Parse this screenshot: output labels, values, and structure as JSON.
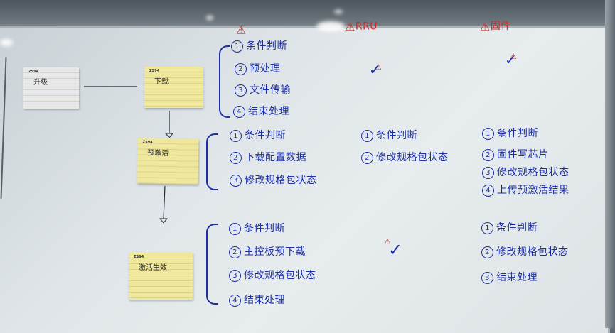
{
  "headers": [
    {
      "label": "RRU",
      "id": "rru"
    },
    {
      "label": "固件",
      "id": "firmware"
    }
  ],
  "cards": [
    {
      "id": "upgrade",
      "tag": "ZS94",
      "text": "升级",
      "color": "white"
    },
    {
      "id": "download",
      "tag": "ZS94",
      "text": "下载",
      "color": "yellow"
    },
    {
      "id": "activate",
      "tag": "ZS94",
      "text": "预激活",
      "color": "yellow"
    },
    {
      "id": "active",
      "tag": "ZS94",
      "text": "激活生效",
      "color": "yellow"
    }
  ],
  "steps": {
    "download": [
      {
        "num": "1",
        "text": "条件判断"
      },
      {
        "num": "2",
        "text": "预处理"
      },
      {
        "num": "3",
        "text": "文件传输"
      },
      {
        "num": "4",
        "text": "结束处理"
      }
    ],
    "activate": [
      {
        "num": "1",
        "text": "条件判断"
      },
      {
        "num": "2",
        "text": "下载配置数据"
      },
      {
        "num": "3",
        "text": "修改规格包状态"
      }
    ],
    "activate_rru": [
      {
        "num": "1",
        "text": "条件判断"
      },
      {
        "num": "2",
        "text": "修改规格包状态"
      }
    ],
    "activate_fw": [
      {
        "num": "1",
        "text": "条件判断"
      },
      {
        "num": "2",
        "text": "固件写芯片"
      },
      {
        "num": "3",
        "text": "修改规格包状态"
      },
      {
        "num": "4",
        "text": "上传预激活结果"
      }
    ],
    "active": [
      {
        "num": "1",
        "text": "条件判断"
      },
      {
        "num": "2",
        "text": "主控板预下载"
      },
      {
        "num": "3",
        "text": "修改规格包状态"
      },
      {
        "num": "4",
        "text": "结束处理"
      }
    ],
    "active_fw": [
      {
        "num": "1",
        "text": "条件判断"
      },
      {
        "num": "2",
        "text": "修改规格包状态"
      },
      {
        "num": "3",
        "text": "结束处理"
      }
    ]
  },
  "marks": {
    "triangle_glyph": "⚠",
    "check_glyph": "✓",
    "warn_num": "1"
  },
  "colors": {
    "marker_blue": "#1c2fa8",
    "marker_red": "#c4302f",
    "note_yellow": "#efe79c",
    "note_white": "#e6e8ea"
  }
}
